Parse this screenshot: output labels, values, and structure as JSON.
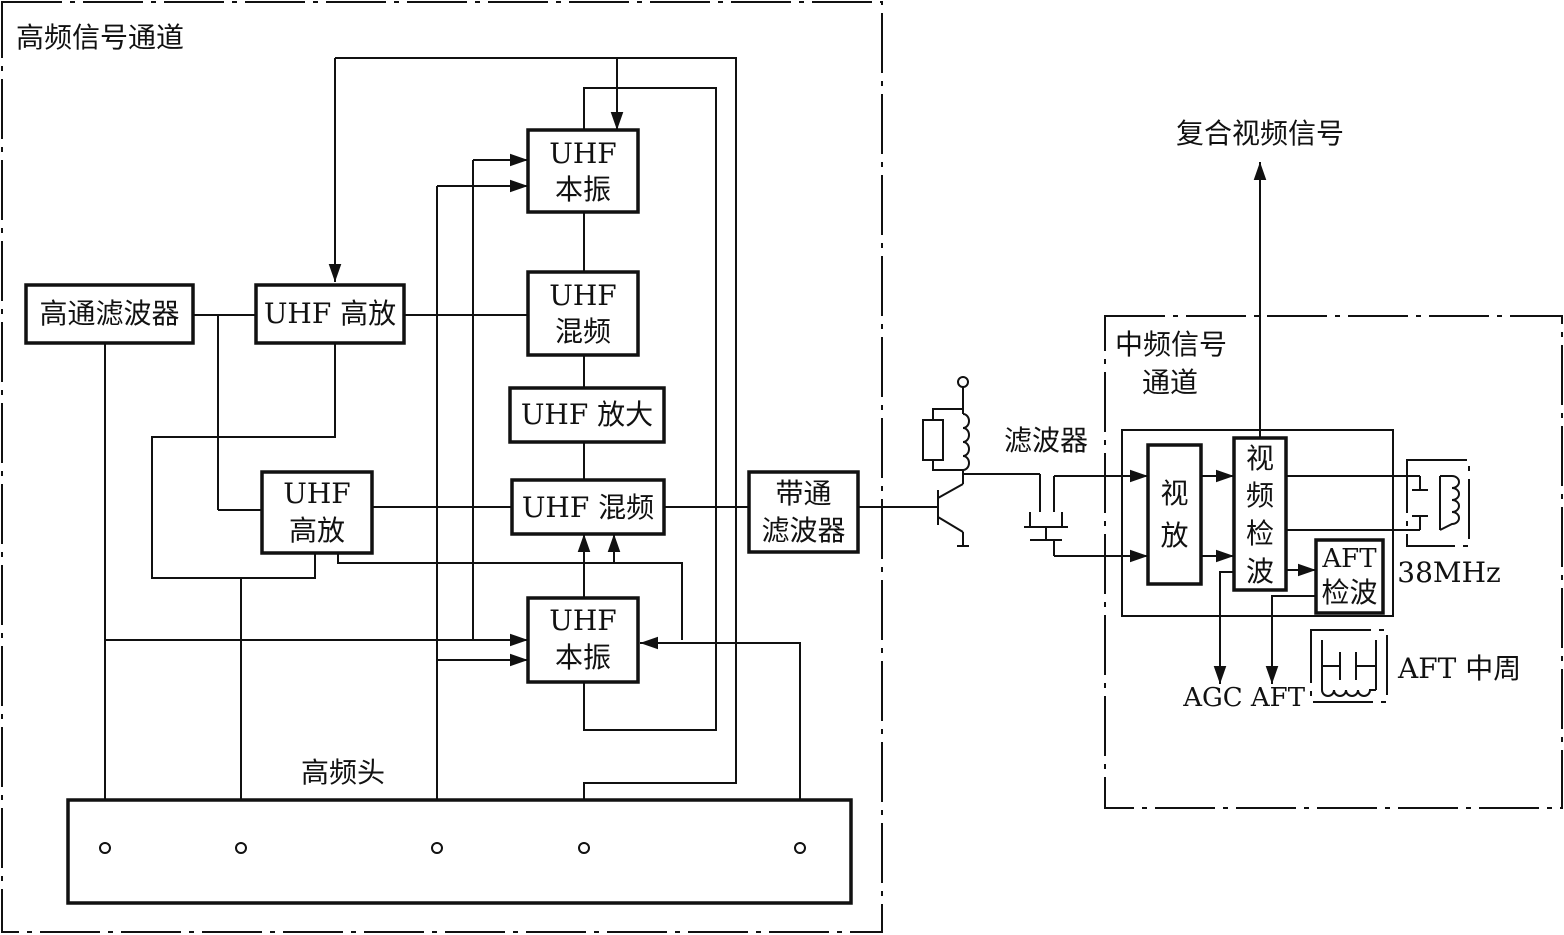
{
  "sections": {
    "rf_channel": "高频信号通道",
    "if_channel_line1": "中频信号",
    "if_channel_line2": "通道"
  },
  "blocks": {
    "highpass": "高通滤波器",
    "uhf_preamp_top": "UHF 高放",
    "uhf_osc_top_l1": "UHF",
    "uhf_osc_top_l2": "本振",
    "uhf_mix_top_l1": "UHF",
    "uhf_mix_top_l2": "混频",
    "uhf_amp": "UHF 放大",
    "uhf_preamp_bot_l1": "UHF",
    "uhf_preamp_bot_l2": "高放",
    "uhf_mix_bot": "UHF 混频",
    "uhf_osc_bot_l1": "UHF",
    "uhf_osc_bot_l2": "本振",
    "bandpass_l1": "带通",
    "bandpass_l2": "滤波器",
    "video_amp_l1": "视",
    "video_amp_l2": "放",
    "video_det_l1": "视",
    "video_det_l2": "频",
    "video_det_l3": "检",
    "video_det_l4": "波",
    "aft_det_l1": "AFT",
    "aft_det_l2": "检波"
  },
  "labels": {
    "tuner": "高频头",
    "filter": "滤波器",
    "composite_video": "复合视频信号",
    "freq_38": "38MHz",
    "aft_if": "AFT 中周",
    "agc": "AGC",
    "aft": "AFT"
  },
  "colors": {
    "ink": "#111111",
    "background": "#ffffff"
  }
}
